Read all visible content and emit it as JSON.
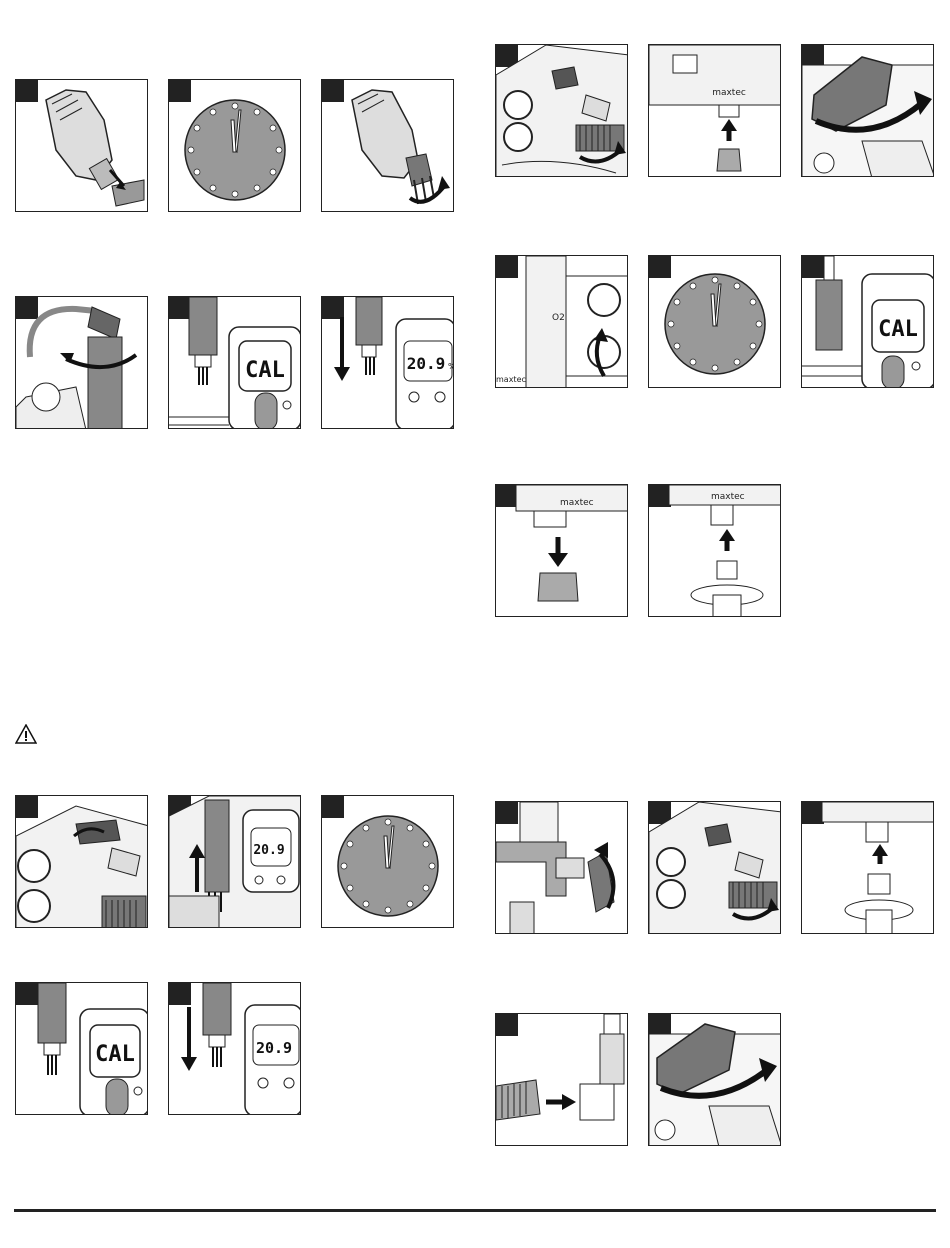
{
  "panels": {
    "a1": {
      "badge": ""
    },
    "a2": {
      "badge": ""
    },
    "a3": {
      "badge": ""
    },
    "b1": {
      "badge": ""
    },
    "b2": {
      "badge": ""
    },
    "b3": {
      "badge": ""
    },
    "c1": {
      "badge": ""
    },
    "c2": {
      "badge": ""
    },
    "c3": {
      "badge": ""
    },
    "d1": {
      "badge": ""
    },
    "d2": {
      "badge": ""
    },
    "e1": {
      "badge": ""
    },
    "e2": {
      "badge": ""
    },
    "e3": {
      "badge": ""
    },
    "f1": {
      "badge": ""
    },
    "f2": {
      "badge": ""
    },
    "f3": {
      "badge": ""
    },
    "g1": {
      "badge": ""
    },
    "g2": {
      "badge": ""
    },
    "h1": {
      "badge": ""
    },
    "h2": {
      "badge": ""
    },
    "h3": {
      "badge": ""
    },
    "i1": {
      "badge": ""
    },
    "i2": {
      "badge": ""
    }
  },
  "display": {
    "cal": "CAL",
    "reading": "20.9",
    "unit": "%"
  },
  "brand": "maxtec",
  "o2_label": "O2"
}
